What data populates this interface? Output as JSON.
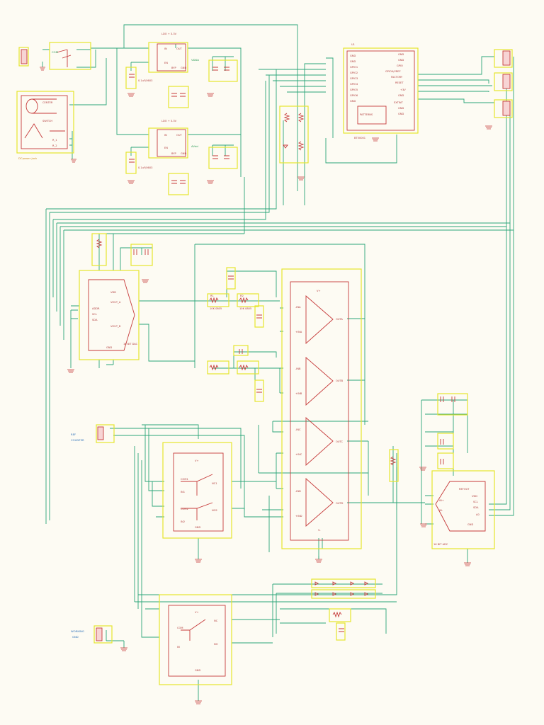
{
  "colors": {
    "wire": "#2aa678",
    "part": "#c63a3a",
    "outline": "#e6e62e",
    "label": "#b03a3a",
    "net": "#2a9a55",
    "title": "#d08a20",
    "background": "#fdfbf3"
  },
  "power": {
    "jack_label": "DCpower jack",
    "jack_pins": [
      "CENTER",
      "SWITCH",
      "R_1",
      "R_2"
    ],
    "switch_pin": "COM",
    "gnd": "GND"
  },
  "ldo_top": {
    "title": "LDO + 3.3V",
    "pins": [
      "IN",
      "EN",
      "OUT",
      "BYP",
      "GND"
    ],
    "net": "VDDA",
    "cap_value": "0.1uF/0603"
  },
  "ldo_bottom": {
    "title": "LDO + 3.3V",
    "pins": [
      "IN",
      "EN",
      "OUT",
      "BYP",
      "GND"
    ],
    "net": "AVdd",
    "cap_value": "0.1uF/0603"
  },
  "mcu": {
    "ref": "U1",
    "label": "BT50001",
    "chip": "PATTERNS",
    "pins_left": [
      "GND",
      "GND",
      "GPIO1",
      "GPIO2",
      "GPIO3",
      "GPIO4",
      "GPIO5",
      "GPIO6",
      "GND"
    ],
    "pins_right": [
      "GND",
      "GND",
      "GPIO",
      "GPIO9/VREF",
      "FACTORY",
      "RESET",
      "+3V",
      "GND",
      "EXTINT",
      "GND",
      "GND"
    ]
  },
  "connectors": {
    "ref_counter": [
      "REF",
      "COUNTER"
    ],
    "working": [
      "WORKING",
      "GND"
    ]
  },
  "dac": {
    "label": "16 BIT DAC",
    "pins": [
      "ADDR",
      "SCL",
      "SDA",
      "VDD",
      "VOUT_A",
      "VOUT_B",
      "GND"
    ]
  },
  "opamp": {
    "pins": [
      "-INA",
      "+INA",
      "-INB",
      "+INB",
      "-INC",
      "+INC",
      "-IND",
      "+IND",
      "OUTA",
      "OUTB",
      "OUTC",
      "OUTD",
      "V+",
      "V-"
    ]
  },
  "switch_top": {
    "pins": [
      "COM1",
      "IN1",
      "COM2",
      "IN2",
      "NC1",
      "NO2",
      "V+",
      "GND"
    ]
  },
  "switch_bottom": {
    "pins": [
      "COM",
      "IN",
      "NC",
      "NO",
      "V+",
      "GND"
    ]
  },
  "adc": {
    "label": "16 BIT ADC",
    "pins": [
      "IN+",
      "IN-",
      "SCL",
      "SDA",
      "REFOUT",
      "VDD",
      "GND",
      "A0"
    ]
  },
  "resistors": {
    "ra": "R1",
    "rb": "R2",
    "value": "10K 0805"
  }
}
